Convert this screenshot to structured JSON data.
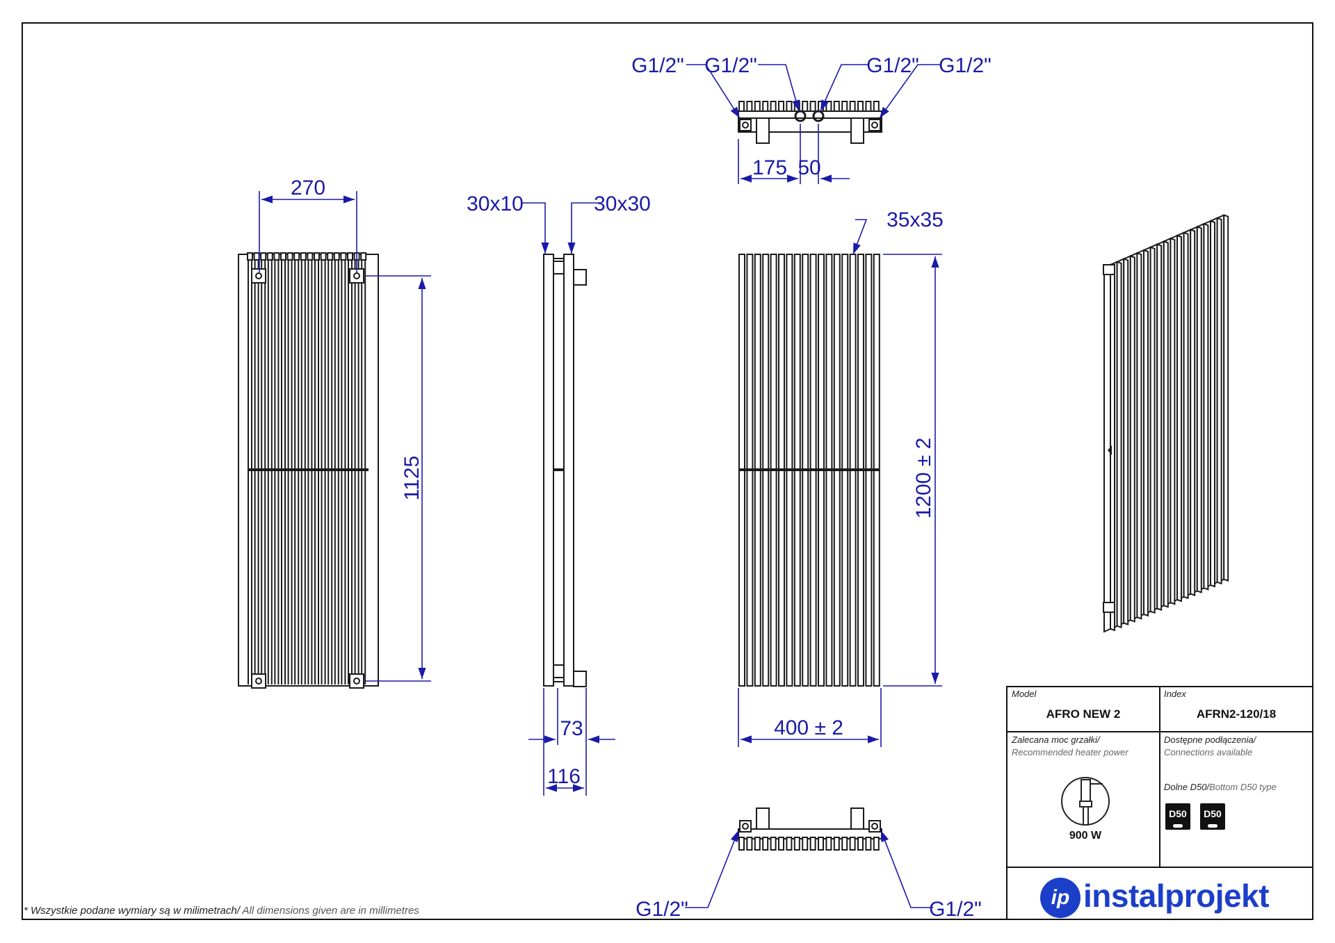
{
  "dimensions": {
    "front_width": "270",
    "front_height": "1125",
    "side_profile_left": "30x10",
    "side_profile_right": "30x30",
    "side_depth_73": "73",
    "side_depth_116": "116",
    "back_profile": "35x35",
    "back_height": "1200  ± 2",
    "back_width": "400 ± 2",
    "top_conn_1": "G1/2\"",
    "top_conn_2": "G1/2\"",
    "top_conn_3": "G1/2\"",
    "top_conn_4": "G1/2\"",
    "top_spacing_175": "175",
    "top_spacing_50": "50",
    "bottom_conn_left": "G1/2\"",
    "bottom_conn_right": "G1/2\""
  },
  "title_block": {
    "model_label": "Model",
    "model_value": "AFRO NEW 2",
    "index_label": "Index",
    "index_value": "AFRN2-120/18",
    "heater_label_pl": "Zalecana moc grzałki/",
    "heater_label_en": "Recommended heater power",
    "heater_value": "900 W",
    "connections_label_pl": "Dostępne podłączenia/",
    "connections_label_en": "Connections available",
    "connection_type_pl": "Dolne D50/",
    "connection_type_en": "Bottom D50 type",
    "badge_1": "D50",
    "badge_2": "D50",
    "brand": "instalprojekt",
    "brand_mark": "ip"
  },
  "footnote": {
    "pl": "* Wszystkie podane wymiary są w milimetrach/",
    "en": " All dimensions given are in millimetres"
  },
  "colors": {
    "dimension": "#1a1aa8",
    "outline": "#1a1a1a",
    "brand": "#1c3fc9"
  }
}
